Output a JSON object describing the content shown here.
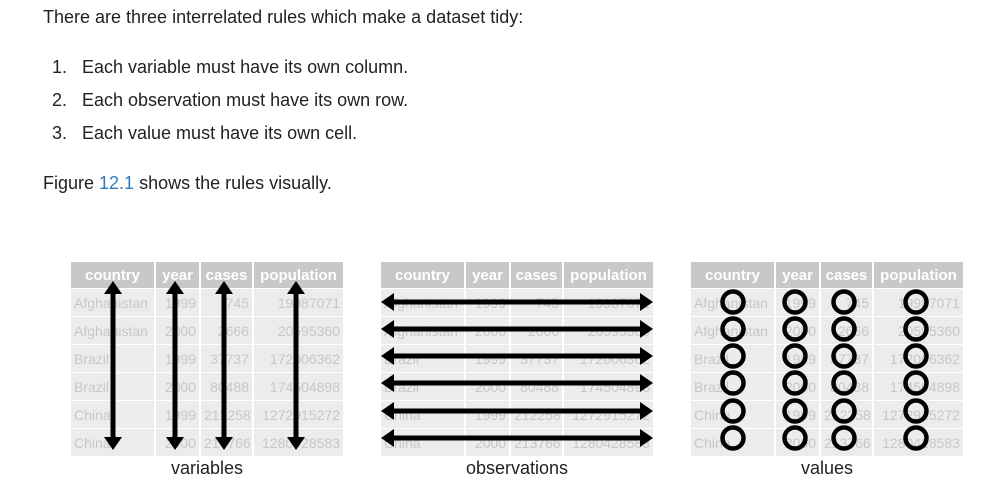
{
  "intro": "There are three interrelated rules which make a dataset tidy:",
  "rules": [
    {
      "num": "1.",
      "text": "Each variable must have its own column."
    },
    {
      "num": "2.",
      "text": "Each observation must have its own row."
    },
    {
      "num": "3.",
      "text": "Each value must have its own cell."
    }
  ],
  "figure_ref": {
    "before": "Figure ",
    "link": "12.1",
    "after": " shows the rules visually."
  },
  "table": {
    "headers": [
      "country",
      "year",
      "cases",
      "population"
    ],
    "rows": [
      [
        "Afghanistan",
        "1999",
        "745",
        "19987071"
      ],
      [
        "Afghanistan",
        "2000",
        "2666",
        "20595360"
      ],
      [
        "Brazil",
        "1999",
        "37737",
        "172006362"
      ],
      [
        "Brazil",
        "2000",
        "80488",
        "174504898"
      ],
      [
        "China",
        "1999",
        "212258",
        "1272915272"
      ],
      [
        "China",
        "2000",
        "213766",
        "1280428583"
      ]
    ]
  },
  "captions": {
    "variables": "variables",
    "observations": "observations",
    "values": "values"
  },
  "colors": {
    "header_bg": "#c8c8c8",
    "cell_bg": "#ececec",
    "cell_text": "#c7c7c7",
    "mark": "#000000",
    "link": "#3479b5"
  }
}
